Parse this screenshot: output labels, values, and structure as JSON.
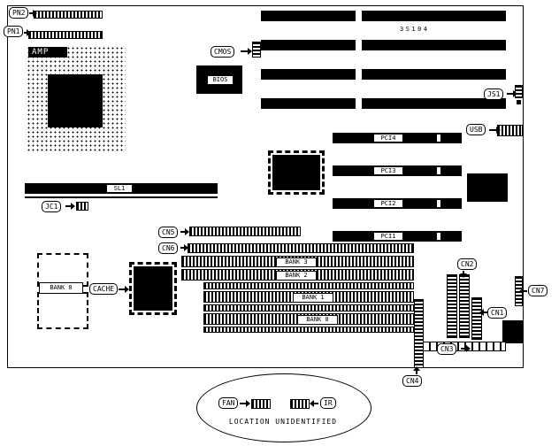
{
  "texts": {
    "part_number": "3S104",
    "note": "LOCATION UNIDENTIFIED"
  },
  "callouts": {
    "pn2": "PN2",
    "pn1": "PN1",
    "cmos": "CMOS",
    "js1": "JS1",
    "usb": "USB",
    "jc1": "JC1",
    "cn5": "CN5",
    "cn6": "CN6",
    "cache": "CACHE",
    "cn2": "CN2",
    "cn7": "CN7",
    "cn1": "CN1",
    "cn3": "CN3",
    "cn4": "CN4",
    "fan": "FAN",
    "ir": "IR"
  },
  "chips": {
    "cpu_socket": "AMP",
    "bios": "BIOS"
  },
  "slots": {
    "sl1": "SL1",
    "pci": [
      "PCI4",
      "PCI3",
      "PCI2",
      "PCI1"
    ],
    "memory_banks": [
      "BANK 3",
      "BANK 2",
      "BANK 1",
      "BANK 0"
    ],
    "cache_bank": "BANK 0"
  }
}
